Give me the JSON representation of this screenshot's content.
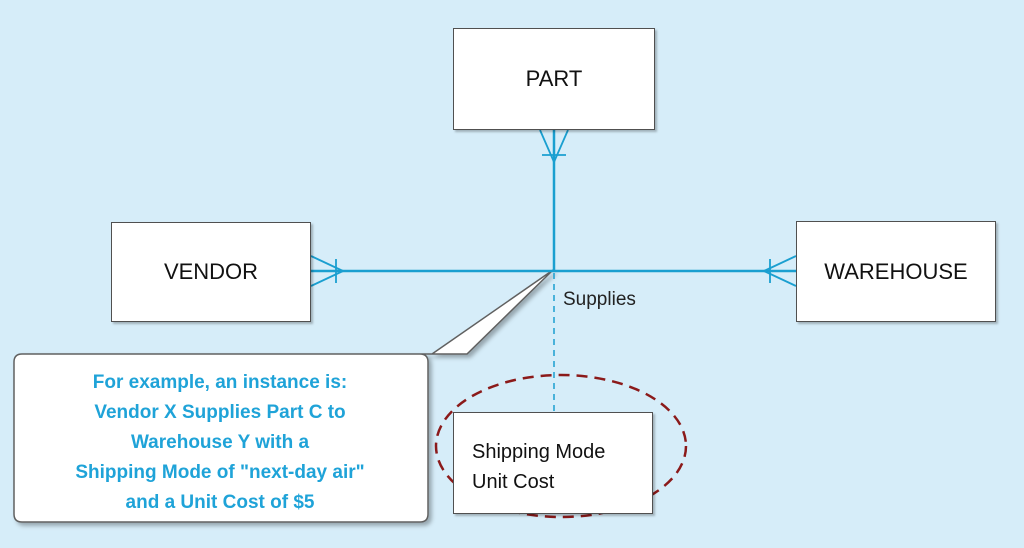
{
  "entities": {
    "part": "PART",
    "vendor": "VENDOR",
    "warehouse": "WAREHOUSE"
  },
  "relationship": {
    "name": "Supplies"
  },
  "associative_attributes": [
    "Shipping Mode",
    "Unit Cost"
  ],
  "callout": {
    "lines": [
      "For example, an instance is:",
      "Vendor X Supplies Part C to",
      "Warehouse Y with a",
      "Shipping Mode of \"next-day air\"",
      "and a Unit Cost of $5"
    ]
  },
  "colors": {
    "background": "#d6edf9",
    "line": "#1a9fd0",
    "callout_text": "#1fa3d8",
    "highlight_ellipse": "#8b1a1a"
  }
}
